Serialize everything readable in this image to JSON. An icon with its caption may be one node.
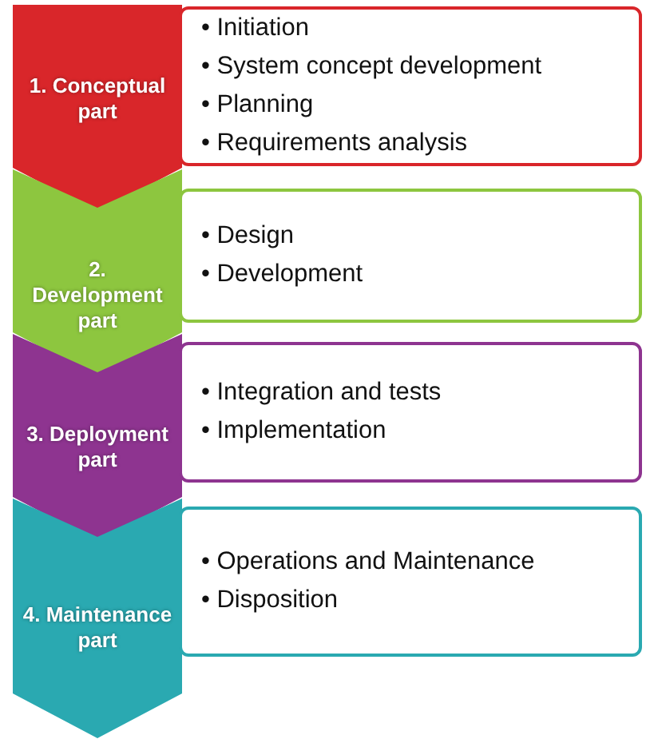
{
  "diagram": {
    "nodes": [
      {
        "text": [
          "1. Conceptual part"
        ]
      },
      {
        "text": [
          "• Initiation",
          "• System concept development",
          "• Planning",
          "• Requirements analysis"
        ]
      },
      {
        "text": [
          "2. Development part"
        ]
      },
      {
        "text": [
          "• Design",
          "• Development"
        ]
      },
      {
        "text": [
          "3. Deployment part"
        ]
      },
      {
        "text": [
          "• Integration and tests",
          "• Implementation"
        ]
      },
      {
        "text": [
          "4. Maintenance part"
        ]
      },
      {
        "text": [
          "• Operations and Maintenance",
          "• Disposition"
        ]
      }
    ]
  }
}
